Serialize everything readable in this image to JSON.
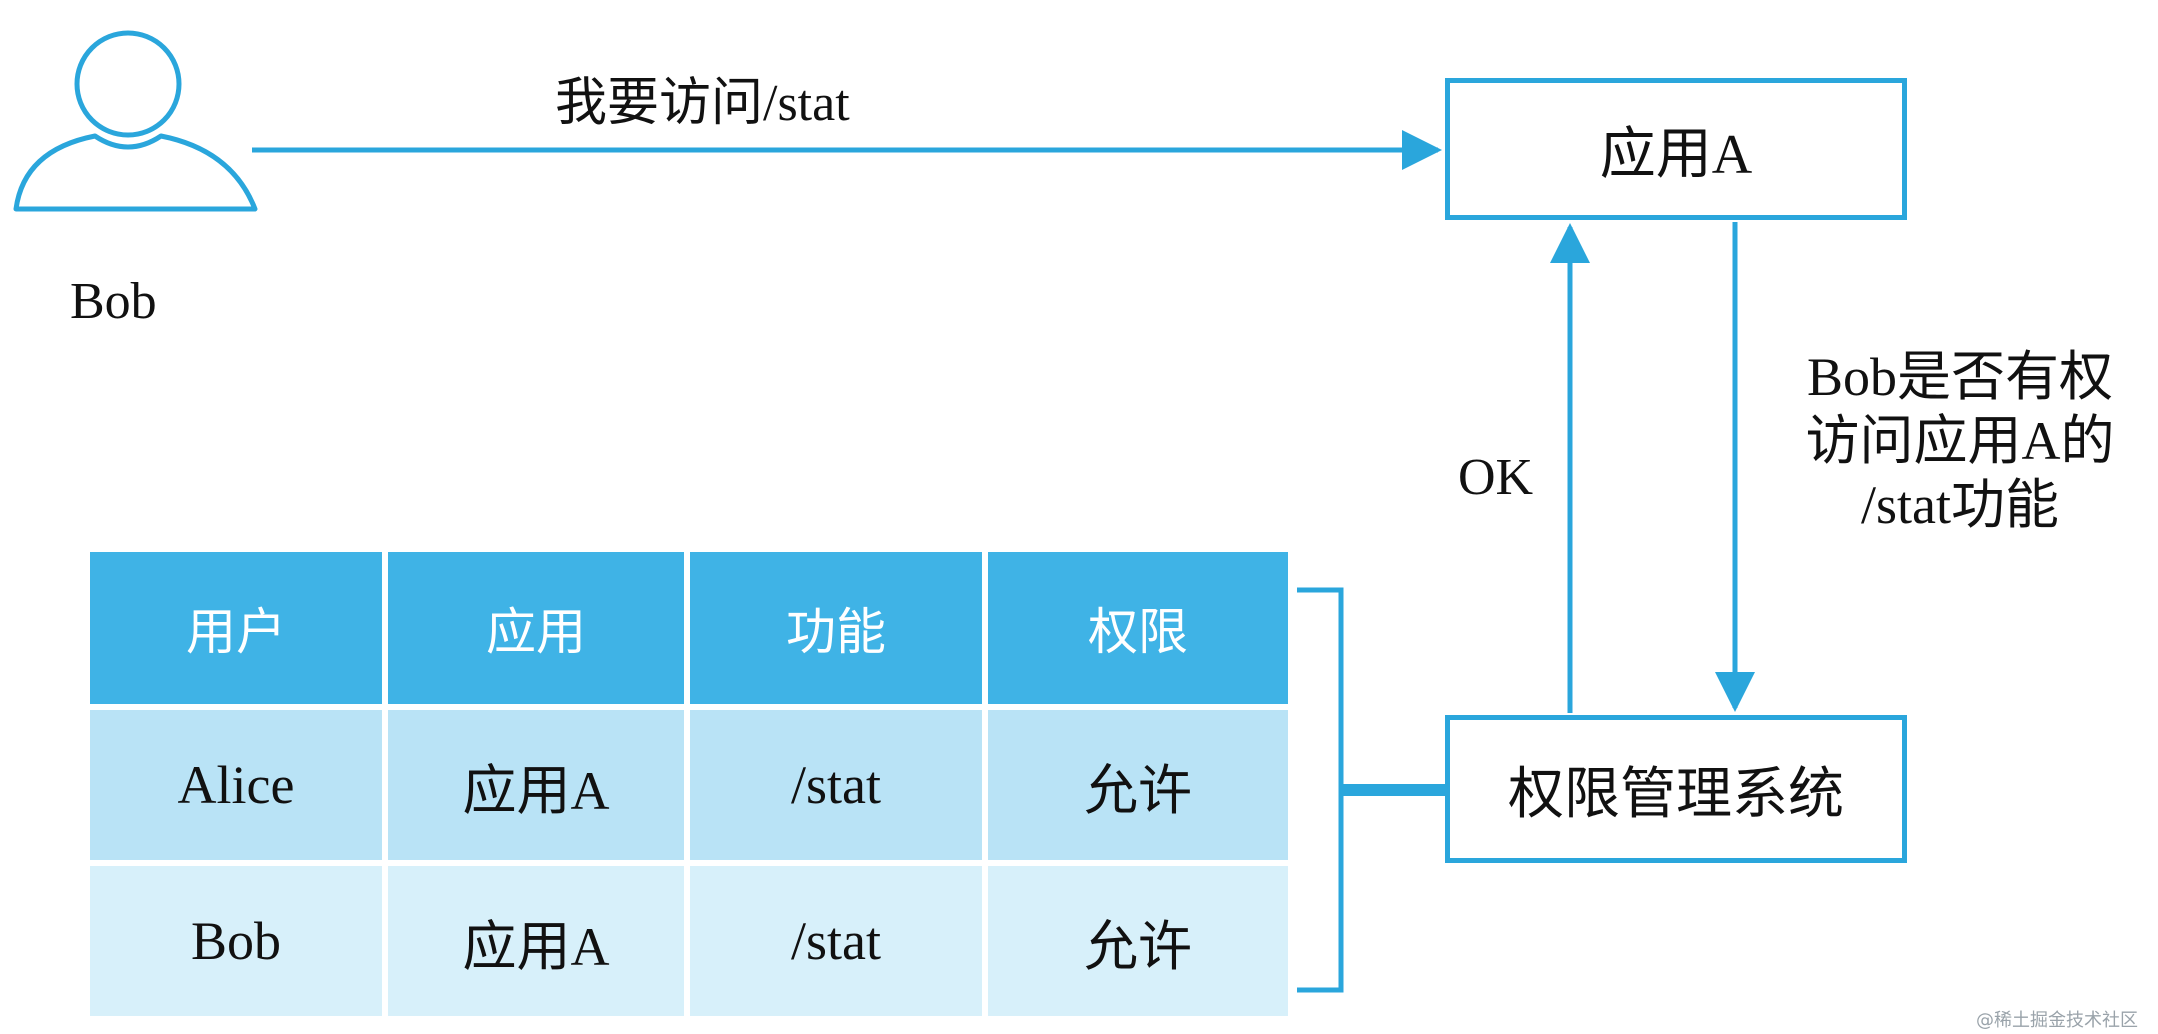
{
  "user": {
    "name": "Bob",
    "request": "我要访问/stat"
  },
  "app_box": {
    "label": "应用A"
  },
  "permission_box": {
    "label": "权限管理系统"
  },
  "response": {
    "label": "OK"
  },
  "query": {
    "lines": [
      "Bob是否有权",
      "访问应用A的",
      "/stat功能"
    ]
  },
  "permission_table": {
    "headers": [
      "用户",
      "应用",
      "功能",
      "权限"
    ],
    "rows": [
      [
        "Alice",
        "应用A",
        "/stat",
        "允许"
      ],
      [
        "Bob",
        "应用A",
        "/stat",
        "允许"
      ]
    ]
  },
  "watermark": "@稀土掘金技术社区",
  "colors": {
    "accent": "#2aa6dc",
    "header_fill": "#3fb3e6",
    "row_fill_1": "#b9e3f6",
    "row_fill_2": "#d7f0fa"
  }
}
